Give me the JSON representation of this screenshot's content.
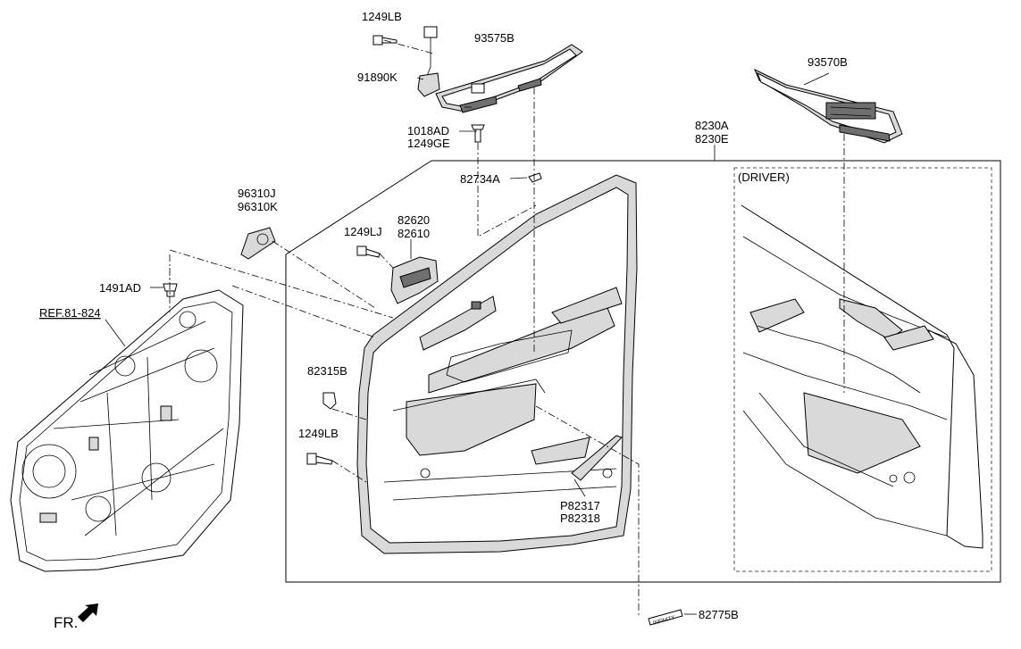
{
  "labels": {
    "p1249lb_top": "1249LB",
    "p93575b": "93575B",
    "p91890k": "91890K",
    "p93570b": "93570B",
    "p1018ad": "1018AD",
    "p1249ge": "1249GE",
    "p8230a": "8230A",
    "p8230e": "8230E",
    "p82734a": "82734A",
    "p96310j": "96310J",
    "p96310k": "96310K",
    "p1249lj": "1249LJ",
    "p82620": "82620",
    "p82610": "82610",
    "p1491ad": "1491AD",
    "ref": "REF.81-824",
    "p82315b": "82315B",
    "p1249lb_bottom": "1249LB",
    "p82317": "P82317",
    "p82318": "P82318",
    "p82775b": "82775B",
    "driver": "(DRIVER)",
    "fr": "FR.",
    "badge": "INFINITY"
  },
  "icons": [
    "fr-arrow-icon"
  ]
}
